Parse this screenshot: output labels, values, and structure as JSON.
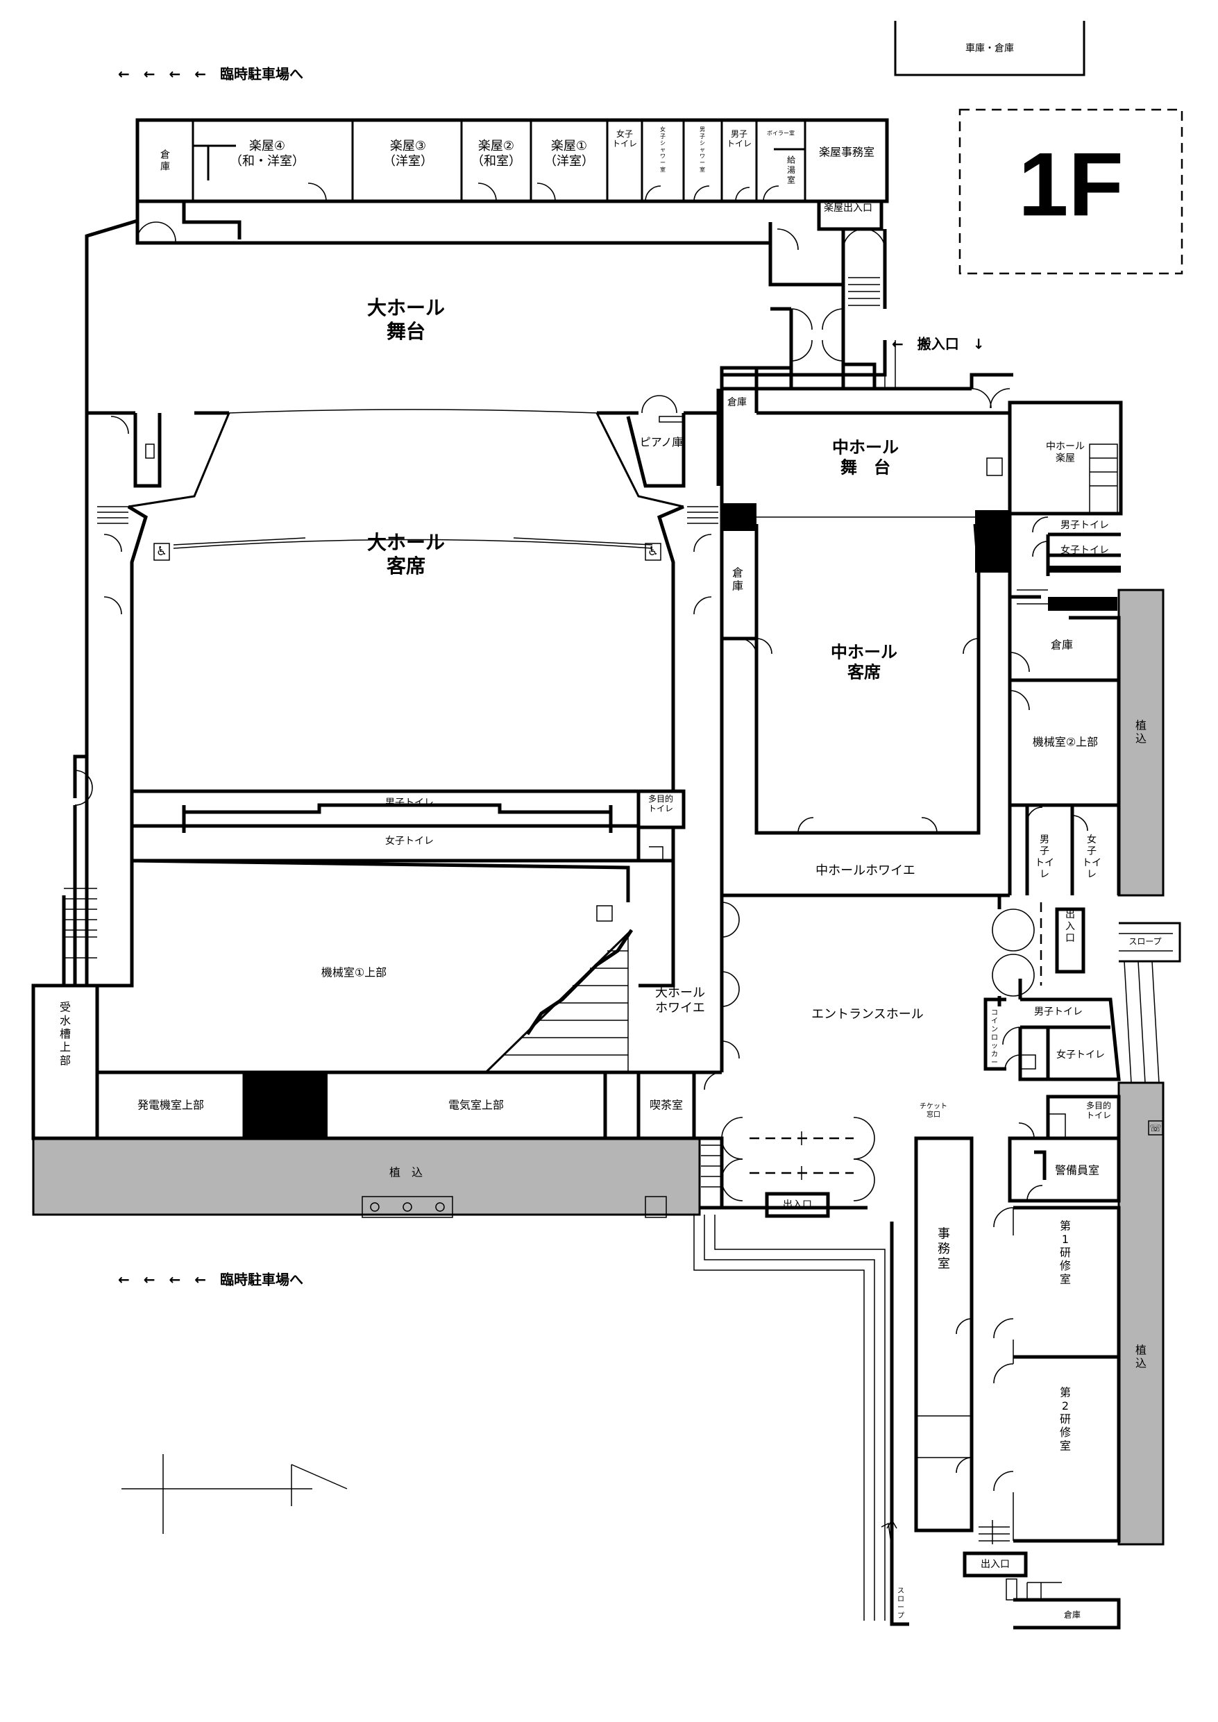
{
  "floor": {
    "label": "1F"
  },
  "navigation": {
    "parking_top": "←　←　←　←　臨時駐車場へ",
    "parking_bottom": "←　←　←　←　臨時駐車場へ",
    "loading_entrance": "←　搬入口　↓"
  },
  "rooms": {
    "garage": "車庫・倉庫",
    "storage_nw": "倉\n庫",
    "dressing4": "楽屋④\n（和・洋室）",
    "dressing3": "楽屋③\n（洋室）",
    "dressing2": "楽屋②\n（和室）",
    "dressing1": "楽屋①\n（洋室）",
    "womens_toilet_top": "女子\nトイレ",
    "womens_shower": "女子シャワー室",
    "mens_shower": "男子シャワー室",
    "mens_toilet_top": "男子\nトイレ",
    "boiler_room": "ボイラー室",
    "hot_water_room": "給\n湯\n室",
    "dressing_office": "楽屋事務室",
    "dressing_entrance": "楽屋出入口",
    "large_stage": "大ホール\n舞台",
    "large_seats": "大ホール\n客席",
    "piano_storage": "ピアノ庫",
    "storage_mid_stage": "倉庫",
    "mid_stage": "中ホール\n舞　台",
    "mid_dressing": "中ホール\n楽屋",
    "mid_mens_toilet": "男子トイレ",
    "mid_womens_toilet": "女子トイレ",
    "storage_mid_side": "倉\n庫",
    "mid_seats": "中ホール\n客席",
    "storage_east": "倉庫",
    "machine2": "機械室②上部",
    "east_mens_toilet": "男\n子\nトイ\nレ",
    "east_womens_toilet": "女\n子\nトイ\nレ",
    "mid_foyer": "中ホールホワイエ",
    "planting_right": "植\n込",
    "planting_right2": "植\n込",
    "planting_bottom": "植　込",
    "large_mens_toilet": "男子トイレ",
    "large_womens_toilet": "女子トイレ",
    "multipurpose_toilet": "多目的\nトイレ",
    "machine1": "機械室①上部",
    "large_foyer": "大ホール\nホワイエ",
    "entrance_hall": "エントランスホール",
    "exit1": "出\n入\n口",
    "slope_right": "スロープ",
    "coin_locker": "コインロッカー",
    "ent_mens_toilet": "男子トイレ",
    "ent_womens_toilet": "女子トイレ",
    "ent_multipurpose_toilet": "多目的\nトイレ",
    "water_tank": "受\n水\n槽\n上\n部",
    "generator": "発電機室上部",
    "electrical": "電気室上部",
    "cafe": "喫茶室",
    "ticket": "チケット\n窓口",
    "exit2": "出入口",
    "guard": "警備員室",
    "office": "事\n務\n室",
    "training1": "第\n1\n研\n修\n室",
    "training2": "第\n2\n研\n修\n室",
    "exit3": "出入口",
    "slope_bottom": "スロープ",
    "storage_south": "倉庫"
  }
}
